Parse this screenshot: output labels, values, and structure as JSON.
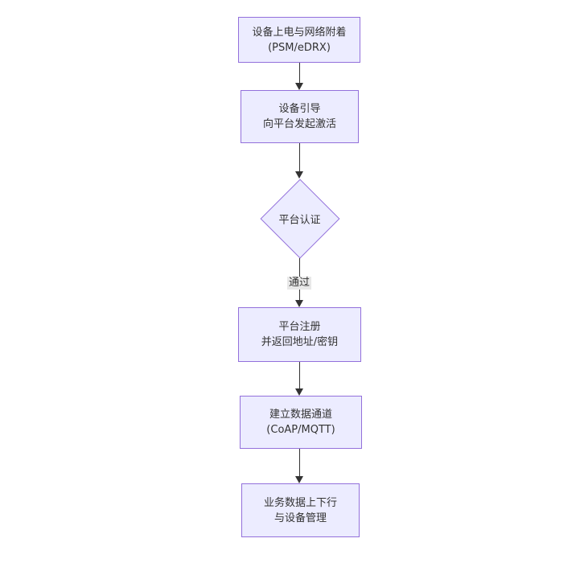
{
  "diagram": {
    "type": "flowchart",
    "direction": "top-down",
    "nodes": [
      {
        "id": "n1",
        "shape": "rect",
        "lines": [
          "设备上电与网络附着",
          "(PSM/eDRX)"
        ]
      },
      {
        "id": "n2",
        "shape": "rect",
        "lines": [
          "设备引导",
          "向平台发起激活"
        ]
      },
      {
        "id": "n3",
        "shape": "diamond",
        "lines": [
          "平台认证"
        ]
      },
      {
        "id": "n4",
        "shape": "rect",
        "lines": [
          "平台注册",
          "并返回地址/密钥"
        ]
      },
      {
        "id": "n5",
        "shape": "rect",
        "lines": [
          "建立数据通道",
          "(CoAP/MQTT)"
        ]
      },
      {
        "id": "n6",
        "shape": "rect",
        "lines": [
          "业务数据上下行",
          "与设备管理"
        ]
      }
    ],
    "edges": [
      {
        "from": "n1",
        "to": "n2",
        "label": ""
      },
      {
        "from": "n2",
        "to": "n3",
        "label": ""
      },
      {
        "from": "n3",
        "to": "n4",
        "label": "通过"
      },
      {
        "from": "n4",
        "to": "n5",
        "label": ""
      },
      {
        "from": "n5",
        "to": "n6",
        "label": ""
      }
    ],
    "colors": {
      "node_fill": "#ECECFF",
      "node_border": "#9370DB",
      "text": "#333333",
      "edge": "#333333",
      "edge_label_bg": "#e8e8e8",
      "background": "#ffffff"
    }
  }
}
